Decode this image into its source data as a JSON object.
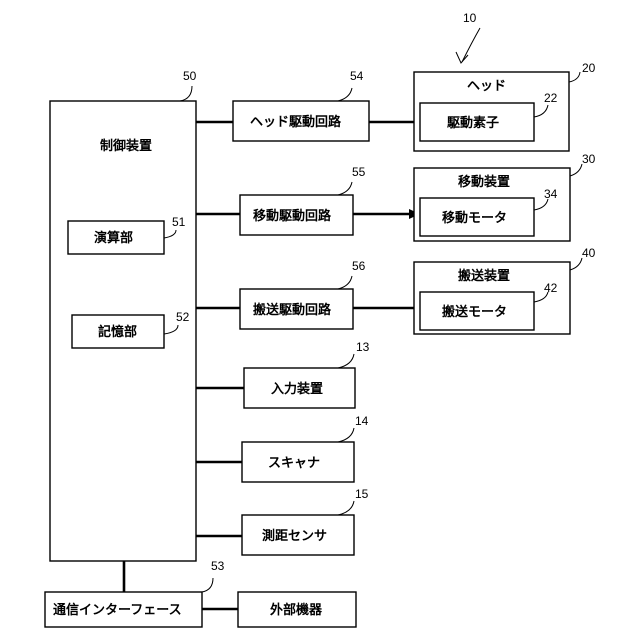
{
  "system": {
    "ref": "10"
  },
  "controller": {
    "label": "制御装置",
    "ref": "50"
  },
  "compute_unit": {
    "label": "演算部",
    "ref": "51"
  },
  "storage_unit": {
    "label": "記憶部",
    "ref": "52"
  },
  "comm_interface": {
    "label": "通信インターフェース",
    "ref": "53"
  },
  "external_device": {
    "label": "外部機器"
  },
  "head_drive_circuit": {
    "label": "ヘッド駆動回路",
    "ref": "54"
  },
  "move_drive_circuit": {
    "label": "移動駆動回路",
    "ref": "55"
  },
  "transport_drive_circuit": {
    "label": "搬送駆動回路",
    "ref": "56"
  },
  "head": {
    "label": "ヘッド",
    "ref": "20"
  },
  "drive_element": {
    "label": "駆動素子",
    "ref": "22"
  },
  "move_device": {
    "label": "移動装置",
    "ref": "30"
  },
  "move_motor": {
    "label": "移動モータ",
    "ref": "34"
  },
  "transport_device": {
    "label": "搬送装置",
    "ref": "40"
  },
  "transport_motor": {
    "label": "搬送モータ",
    "ref": "42"
  },
  "input_device": {
    "label": "入力装置",
    "ref": "13"
  },
  "scanner": {
    "label": "スキャナ",
    "ref": "14"
  },
  "ranging_sensor": {
    "label": "測距センサ",
    "ref": "15"
  }
}
